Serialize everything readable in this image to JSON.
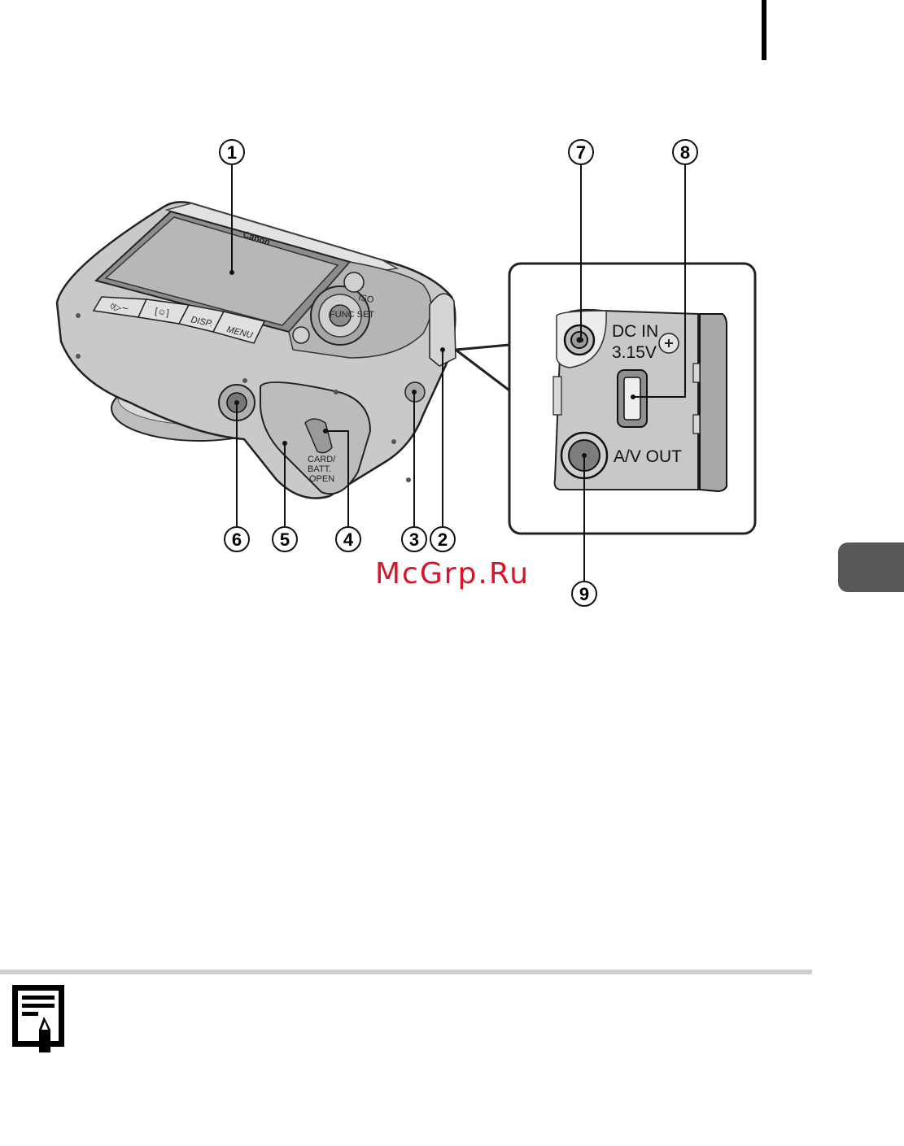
{
  "watermark": "McGrp.Ru",
  "callouts": [
    "1",
    "2",
    "3",
    "4",
    "5",
    "6",
    "7",
    "8",
    "9"
  ],
  "camera": {
    "brand": "Canon",
    "buttons": {
      "print_share": "◊▷∼",
      "face": "[☺]",
      "disp": "DISP.",
      "menu": "MENU"
    },
    "iso_label": "ISO",
    "func_set": "FUNC SET",
    "battery_cover_label": [
      "CARD/",
      "BATT.",
      "OPEN"
    ]
  },
  "connector_panel": {
    "dc_in_line1": "DC IN",
    "dc_in_line2": "3.15V",
    "av_out": "A/V OUT"
  },
  "colors": {
    "section_tab": "#575757",
    "divider": "#cfcfcf",
    "watermark": "#d8142a"
  }
}
